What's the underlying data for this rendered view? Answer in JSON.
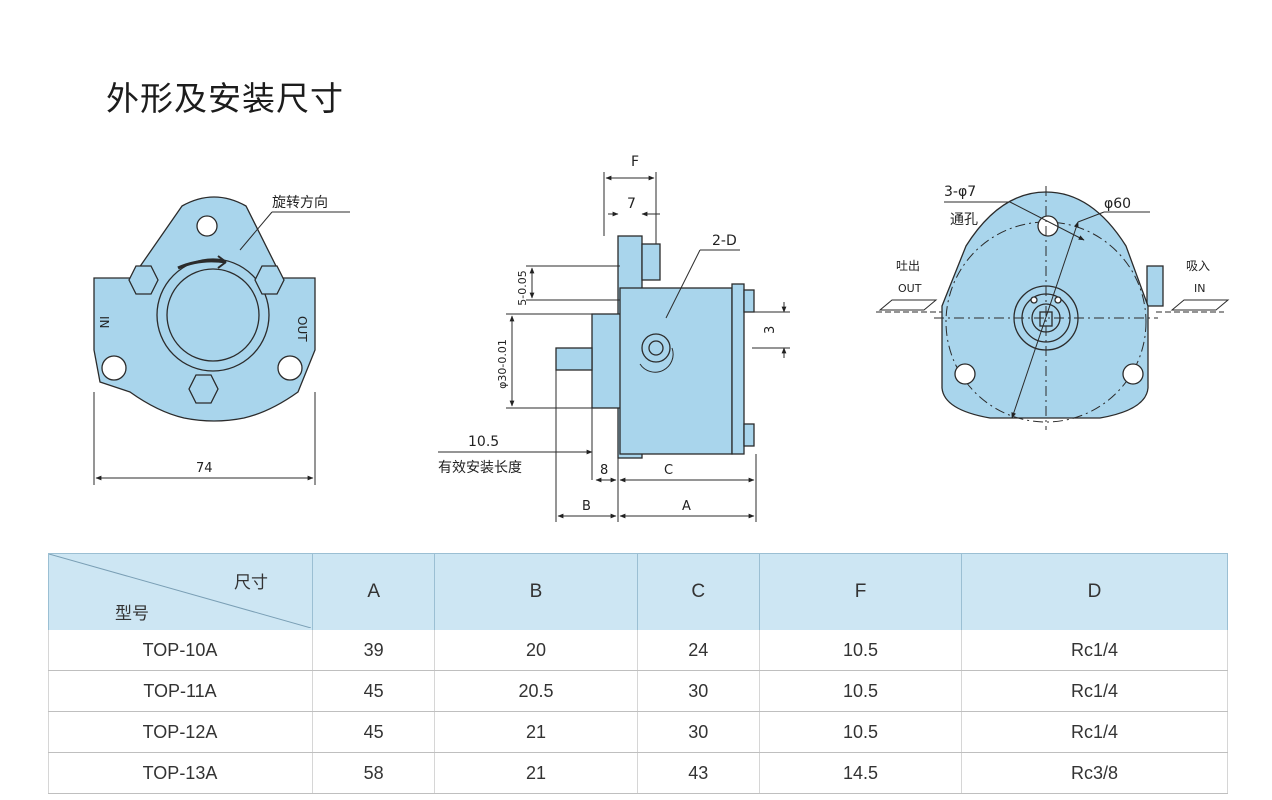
{
  "page": {
    "title": "外形及安装尺寸"
  },
  "drawing": {
    "front": {
      "rotation_label": "旋转方向",
      "in_label": "IN",
      "out_label": "OUT",
      "width_dim": "74"
    },
    "side": {
      "dim_F": "F",
      "dim_7": "7",
      "dim_2D": "2-D",
      "dim_3": "3",
      "dim_5": "5-0.05",
      "dim_phi30": "φ30-0.01",
      "dim_105": "10.5",
      "effective_len": "有效安装长度",
      "dim_8": "8",
      "dim_C": "C",
      "dim_B": "B",
      "dim_A": "A"
    },
    "rear": {
      "holes": "3-φ7",
      "through_hole": "通孔",
      "phi60": "φ60",
      "out_cn": "吐出",
      "out_en": "OUT",
      "in_cn": "吸入",
      "in_en": "IN"
    }
  },
  "table": {
    "corner_top": "尺寸",
    "corner_bottom": "型号",
    "columns": [
      "A",
      "B",
      "C",
      "F",
      "D"
    ],
    "rows": [
      {
        "model": "TOP-10A",
        "values": [
          "39",
          "20",
          "24",
          "10.5",
          "Rc1/4"
        ]
      },
      {
        "model": "TOP-11A",
        "values": [
          "45",
          "20.5",
          "30",
          "10.5",
          "Rc1/4"
        ]
      },
      {
        "model": "TOP-12A",
        "values": [
          "45",
          "21",
          "30",
          "10.5",
          "Rc1/4"
        ]
      },
      {
        "model": "TOP-13A",
        "values": [
          "58",
          "21",
          "43",
          "14.5",
          "Rc3/8"
        ]
      }
    ]
  },
  "colors": {
    "body": "#a9d5ec",
    "line": "#2b2b2b",
    "header_bg": "#cde6f3"
  }
}
